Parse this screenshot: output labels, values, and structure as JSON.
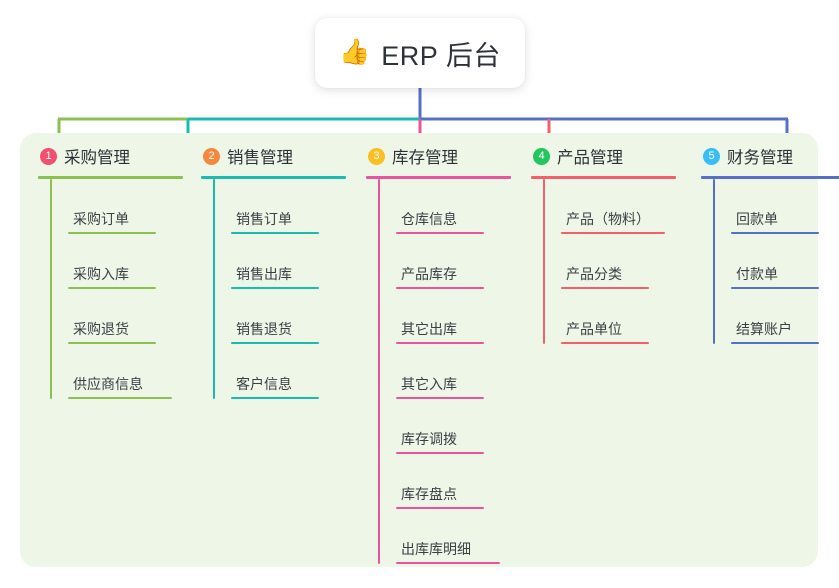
{
  "root": {
    "icon": "thumbs-up-icon",
    "icon_glyph": "👍",
    "title": "ERP 后台"
  },
  "colors": {
    "canvas": "#ffffff",
    "panel_bg": "#eef7e7",
    "root_text": "#2e3238",
    "item_text": "#3a3f45",
    "branch_green": "#8cc152",
    "branch_teal": "#1abcb0",
    "branch_pink": "#e8559e",
    "branch_red": "#f1606b",
    "branch_blue": "#5570c6",
    "badge_1": "#f2506e",
    "badge_2": "#f5883c",
    "badge_3": "#fbbf24",
    "badge_4": "#22c55e",
    "badge_5": "#38bdf8"
  },
  "columns": [
    {
      "index": "1",
      "title": "采购管理",
      "badge_color": "#f2506e",
      "branch_color": "#8cc152",
      "items": [
        {
          "label": "采购订单"
        },
        {
          "label": "采购入库"
        },
        {
          "label": "采购退货"
        },
        {
          "label": "供应商信息"
        }
      ]
    },
    {
      "index": "2",
      "title": "销售管理",
      "badge_color": "#f5883c",
      "branch_color": "#1abcb0",
      "items": [
        {
          "label": "销售订单"
        },
        {
          "label": "销售出库"
        },
        {
          "label": "销售退货"
        },
        {
          "label": "客户信息"
        }
      ]
    },
    {
      "index": "3",
      "title": "库存管理",
      "badge_color": "#fbbf24",
      "branch_color": "#e8559e",
      "items": [
        {
          "label": "仓库信息"
        },
        {
          "label": "产品库存"
        },
        {
          "label": "其它出库"
        },
        {
          "label": "其它入库"
        },
        {
          "label": "库存调拨"
        },
        {
          "label": "库存盘点"
        },
        {
          "label": "出库库明细"
        }
      ]
    },
    {
      "index": "4",
      "title": "产品管理",
      "badge_color": "#22c55e",
      "branch_color": "#f1606b",
      "items": [
        {
          "label": "产品（物料）"
        },
        {
          "label": "产品分类"
        },
        {
          "label": "产品单位"
        }
      ]
    },
    {
      "index": "5",
      "title": "财务管理",
      "badge_color": "#38bdf8",
      "branch_color": "#5570c6",
      "items": [
        {
          "label": "回款单"
        },
        {
          "label": "付款单"
        },
        {
          "label": "结算账户"
        }
      ]
    }
  ]
}
